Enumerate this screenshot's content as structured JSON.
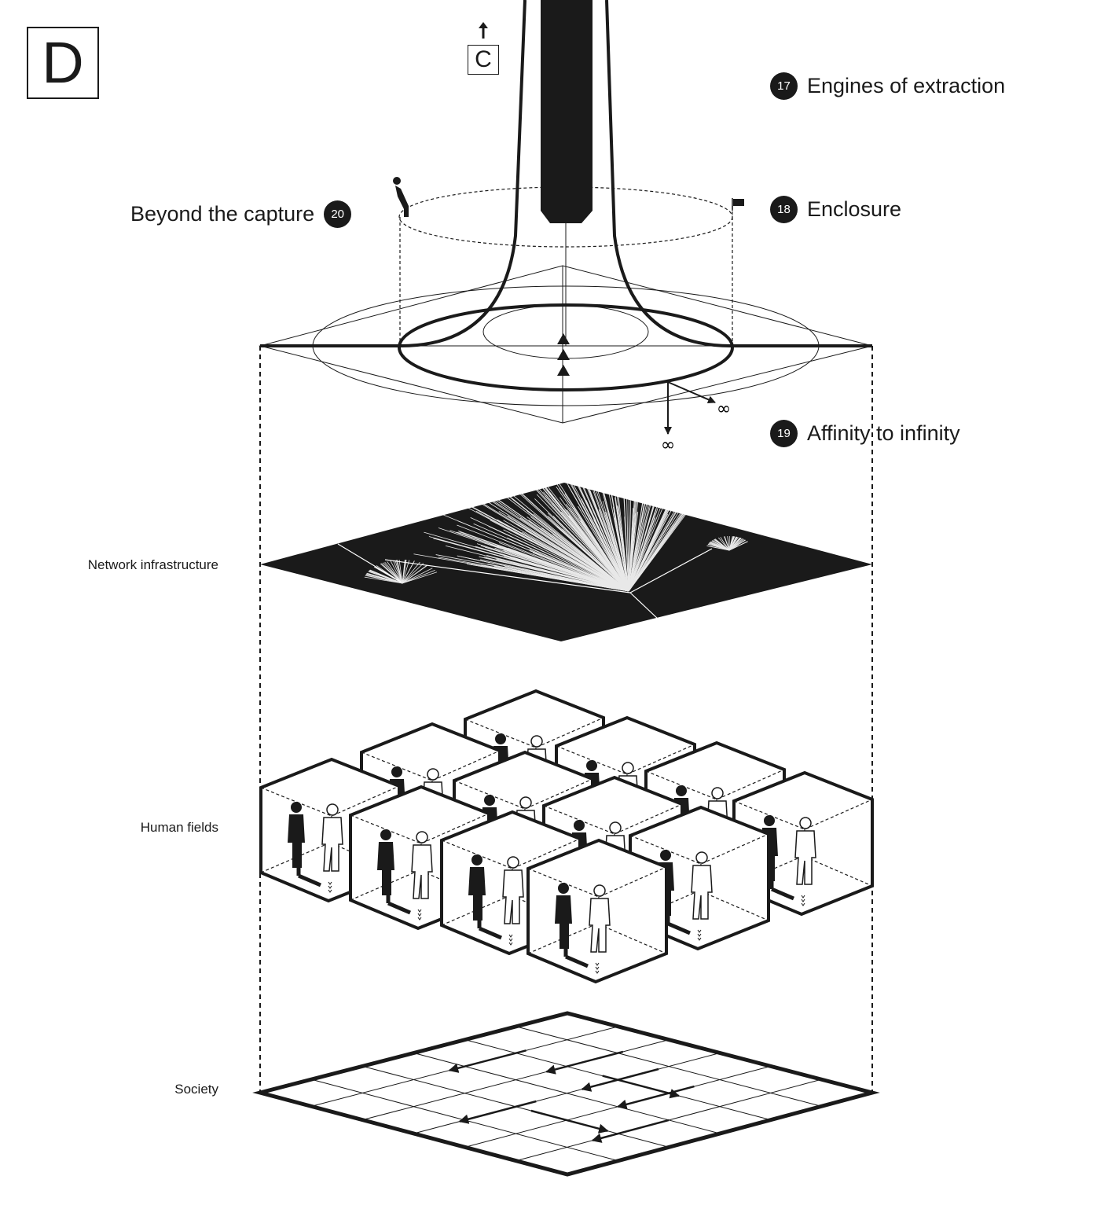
{
  "panel_label": "D",
  "reference": {
    "label": "C"
  },
  "callouts": [
    {
      "number": "17",
      "text": "Engines of extraction"
    },
    {
      "number": "18",
      "text": "Enclosure"
    },
    {
      "number": "19",
      "text": "Affinity to infinity"
    },
    {
      "number": "20",
      "text": "Beyond the capture"
    }
  ],
  "layers": {
    "network": "Network infrastructure",
    "human": "Human fields",
    "society": "Society"
  },
  "symbols": {
    "infinity": "∞"
  },
  "icons": [
    "up-arrow-icon",
    "person-bowing-icon",
    "flag-icon",
    "infinity-icon",
    "person-icon",
    "shadow-figure-icon"
  ],
  "colors": {
    "ink": "#1a1a1a",
    "paper": "#ffffff"
  }
}
